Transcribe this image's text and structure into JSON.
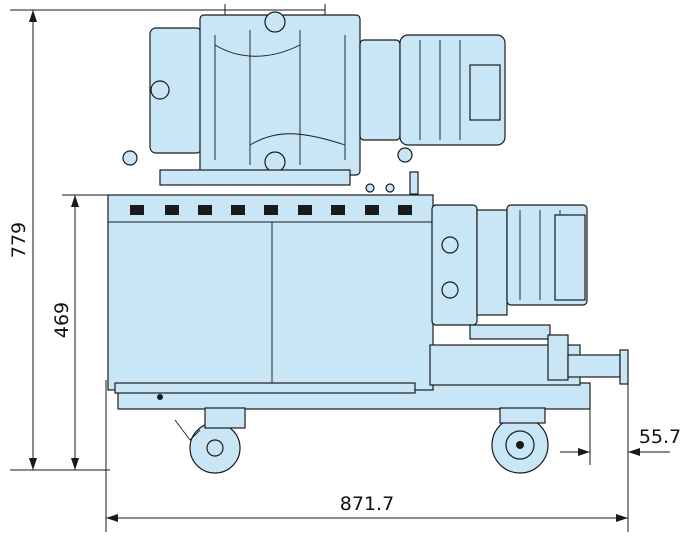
{
  "dimensions": {
    "total_height": "779",
    "base_height": "469",
    "total_length": "871.7",
    "flange_offset": "55.7"
  },
  "colors": {
    "machine_fill": "#c9e6f7",
    "outline": "#1a1a1a",
    "background": "#ffffff"
  }
}
